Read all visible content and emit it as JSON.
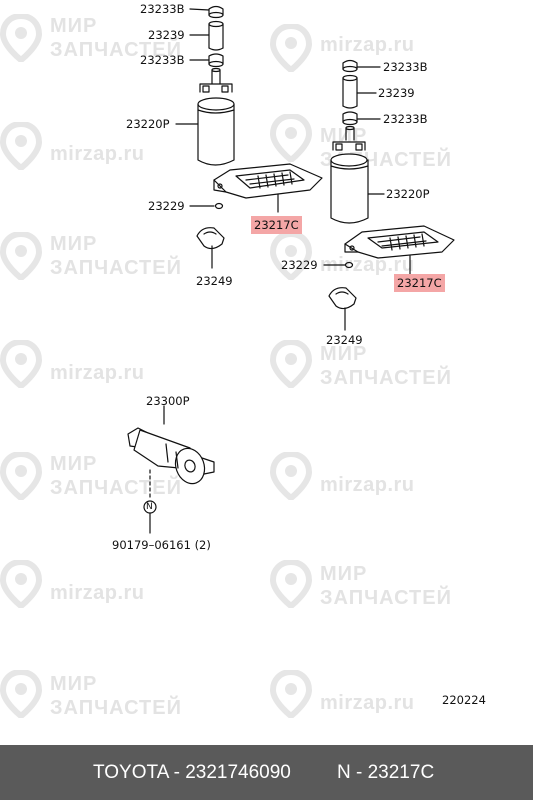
{
  "watermark": {
    "site": "mirzap.ru",
    "line1": "МИР",
    "line2": "ЗАПЧАСТЕЙ"
  },
  "labels": {
    "l_23233b_1": "23233B",
    "l_23239_1": "23239",
    "l_23233b_2": "23233B",
    "l_23220p_1": "23220P",
    "l_23229_1": "23229",
    "l_23217c_1": "23217C",
    "l_23249_1": "23249",
    "r_23233b_1": "23233B",
    "r_23239": "23239",
    "r_23233b_2": "23233B",
    "r_23220p": "23220P",
    "r_23229": "23229",
    "r_23217c": "23217C",
    "r_23249": "23249",
    "filter_23300p": "23300P",
    "filter_n_marker": "N",
    "filter_90179": "90179–06161 (2)",
    "diagram_code": "220224"
  },
  "highlight_color": "#f4a6a6",
  "footer": {
    "part_text": "TOYOTA - 2321746090",
    "ref_text": "N - 23217C"
  }
}
